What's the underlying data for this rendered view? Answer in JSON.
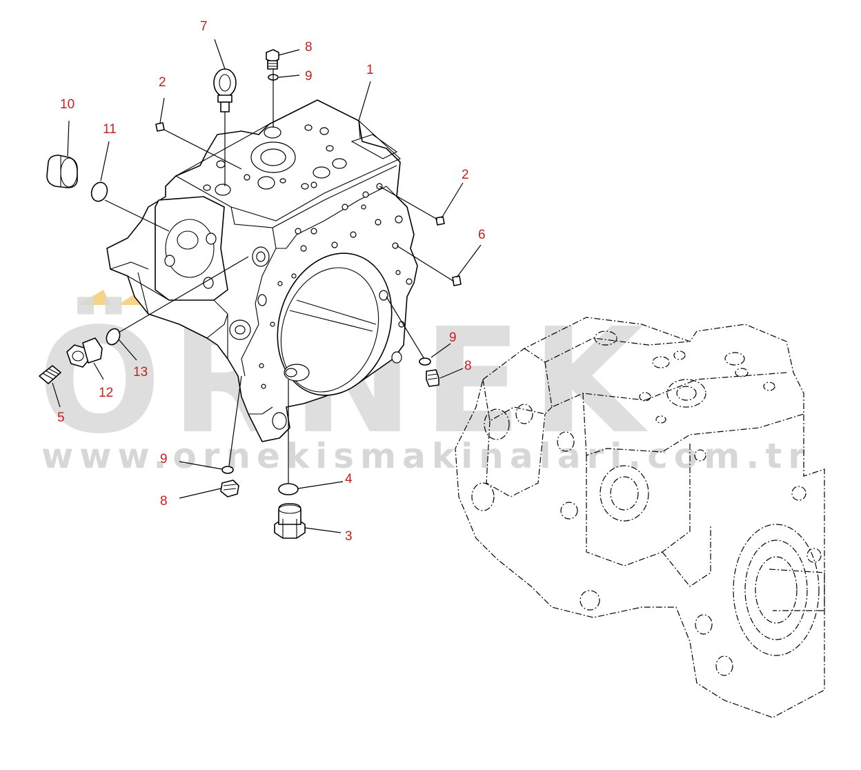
{
  "watermark": {
    "logo_text": "ÖRNEK",
    "url_text": "www.ornekismakinalari.com.tr",
    "logo_color": "#d9d9d9",
    "accent_color": "#f2c96b"
  },
  "callouts": {
    "c1": "1",
    "c2a": "2",
    "c2b": "2",
    "c3": "3",
    "c4": "4",
    "c5": "5",
    "c6": "6",
    "c7": "7",
    "c8a": "8",
    "c8b": "8",
    "c8c": "8",
    "c9a": "9",
    "c9b": "9",
    "c9c": "9",
    "c10": "10",
    "c11": "11",
    "c12": "12",
    "c13": "13"
  },
  "colors": {
    "callout": "#c81e1e",
    "line": "#000000",
    "background": "#ffffff"
  }
}
